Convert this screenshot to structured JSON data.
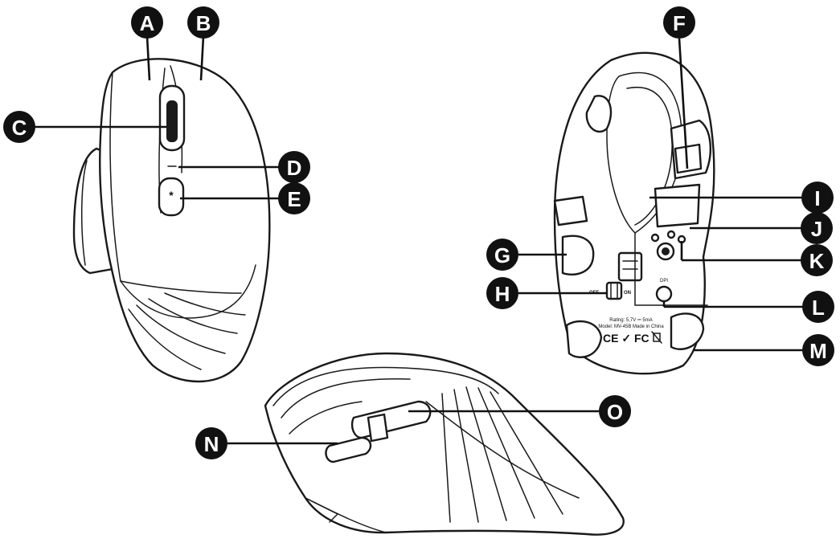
{
  "callouts": {
    "A": "A",
    "B": "B",
    "C": "C",
    "D": "D",
    "E": "E",
    "F": "F",
    "G": "G",
    "H": "H",
    "I": "I",
    "J": "J",
    "K": "K",
    "L": "L",
    "M": "M",
    "N": "N",
    "O": "O"
  },
  "bottom_view": {
    "switch_off": "OFF",
    "switch_on": "ON",
    "dpi_label": "DPI",
    "rating_line": "Rating: 5,7V ⎓ 5mA",
    "model_line": "Model: MV-45B   Made in China",
    "cert_marks": "CE ✓ FC"
  }
}
